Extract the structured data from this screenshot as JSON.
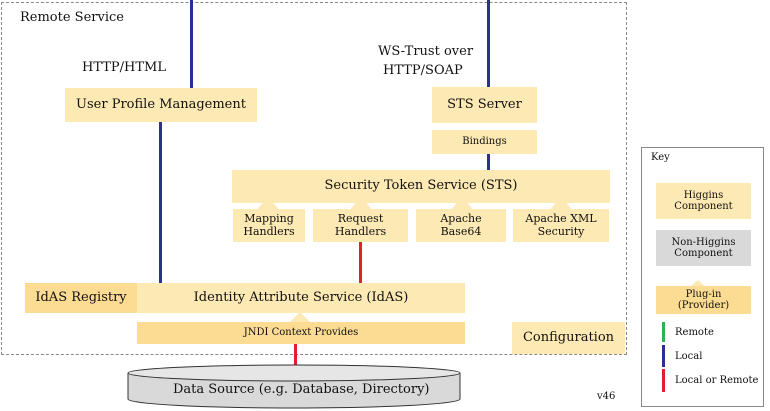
{
  "remote_service": {
    "title": "Remote Service",
    "protocol_left": "HTTP/HTML",
    "protocol_right_line1": "WS-Trust over",
    "protocol_right_line2": "HTTP/SOAP"
  },
  "components": {
    "user_profile_management": "User Profile Management",
    "sts_server": "STS Server",
    "bindings": "Bindings",
    "sts": "Security Token Service (STS)",
    "mapping_handlers_1": "Mapping",
    "mapping_handlers_2": "Handlers",
    "request_handlers_1": "Request",
    "request_handlers_2": "Handlers",
    "apache_base64_1": "Apache",
    "apache_base64_2": "Base64",
    "apache_xml_security_1": "Apache XML",
    "apache_xml_security_2": "Security",
    "idas_registry": "IdAS Registry",
    "idas": "Identity Attribute Service (IdAS)",
    "jndi": "JNDI Context Provides",
    "configuration": "Configuration",
    "data_source": "Data Source (e.g. Database, Directory)"
  },
  "key": {
    "title": "Key",
    "higgins_1": "Higgins",
    "higgins_2": "Component",
    "non_higgins_1": "Non-Higgins",
    "non_higgins_2": "Component",
    "plugin_1": "Plug-in",
    "plugin_2": "(Provider)",
    "remote": "Remote",
    "local": "Local",
    "local_or_remote": "Local or Remote",
    "colors": {
      "remote": "#2db34a",
      "local": "#2b2f8f",
      "local_or_remote": "#e0202a",
      "higgins": "#fde9b3",
      "non_higgins": "#d9d9d9"
    }
  },
  "version": "v46"
}
